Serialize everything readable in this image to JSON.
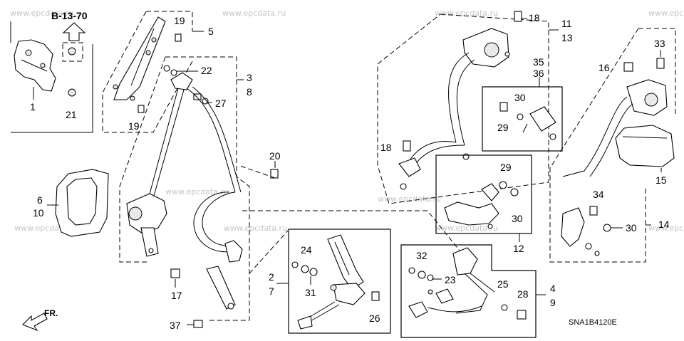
{
  "reference": {
    "label": "B-13-70"
  },
  "direction": {
    "label": "FR."
  },
  "code": "SNA1B4120E",
  "watermark": "www.epcdata.ru",
  "callouts": {
    "c1": "1",
    "c21": "21",
    "c5": "5",
    "c19a": "19",
    "c19b": "19",
    "c22": "22",
    "c27": "27",
    "c3": "3",
    "c8": "8",
    "c20": "20",
    "c6": "6",
    "c10": "10",
    "c17": "17",
    "c37": "37",
    "c2": "2",
    "c7": "7",
    "c24": "24",
    "c31": "31",
    "c26": "26",
    "c32": "32",
    "c23": "23",
    "c25": "25",
    "c28": "28",
    "c4": "4",
    "c9": "9",
    "c18a": "18",
    "c18b": "18",
    "c11": "11",
    "c13": "13",
    "c35": "35",
    "c36": "36",
    "c30a": "30",
    "c29a": "29",
    "c29b": "29",
    "c30b": "30",
    "c12": "12",
    "c33": "33",
    "c16": "16",
    "c15": "15",
    "c34": "34",
    "c30c": "30",
    "c14": "14"
  }
}
